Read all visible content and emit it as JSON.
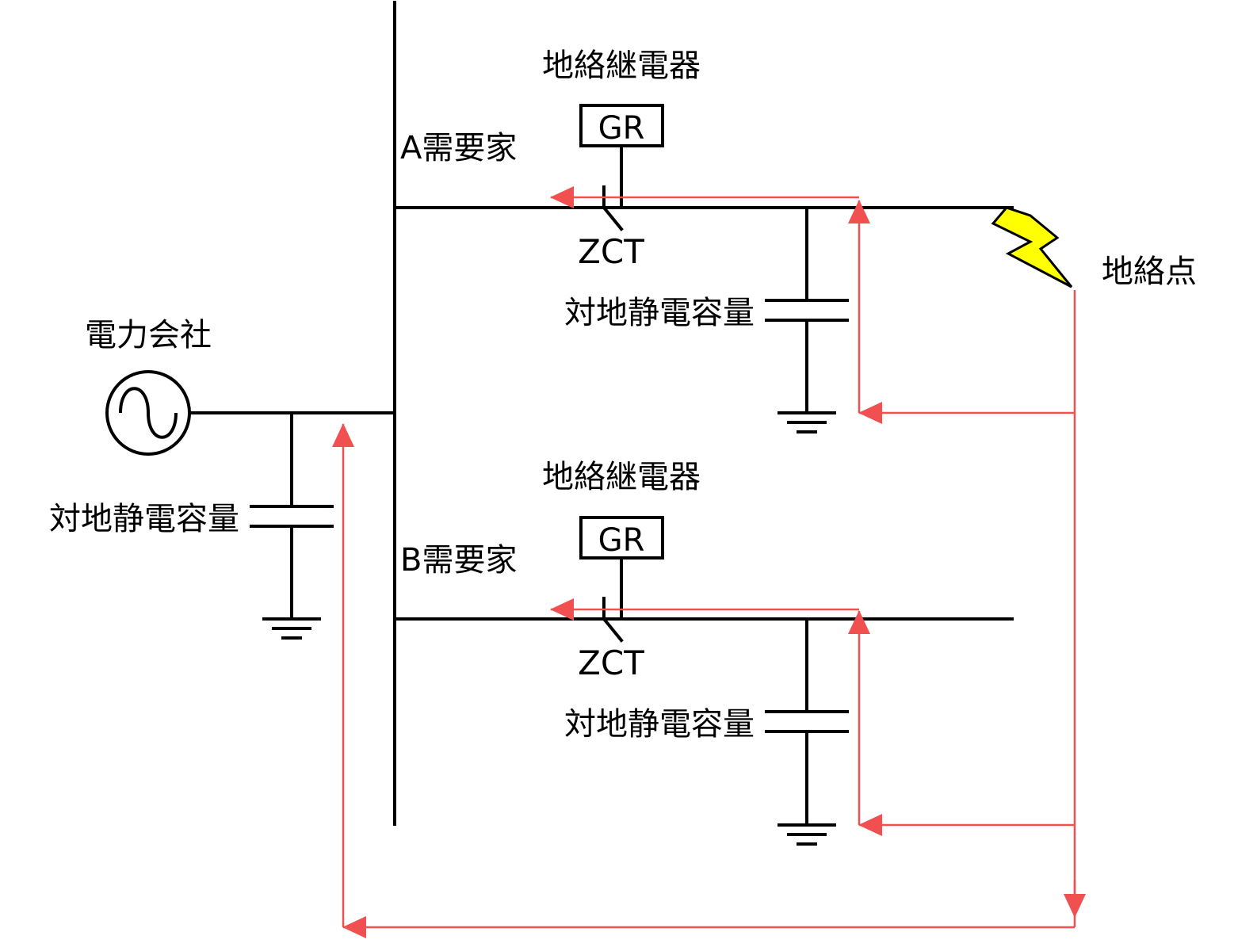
{
  "colors": {
    "line": "#000000",
    "current_flow": "#f05050",
    "fault_bolt": "#ffff00"
  },
  "source": {
    "label": "電力会社",
    "icon": "ac-generator-icon"
  },
  "source_capacitance_label": "対地静電容量",
  "customer_a": {
    "label": "A需要家",
    "relay_caption": "地絡継電器",
    "relay_box": "GR",
    "ct_label": "ZCT",
    "capacitance_label": "対地静電容量"
  },
  "customer_b": {
    "label": "B需要家",
    "relay_caption": "地絡継電器",
    "relay_box": "GR",
    "ct_label": "ZCT",
    "capacitance_label": "対地静電容量"
  },
  "fault": {
    "label": "地絡点",
    "icon": "lightning-bolt-icon"
  }
}
